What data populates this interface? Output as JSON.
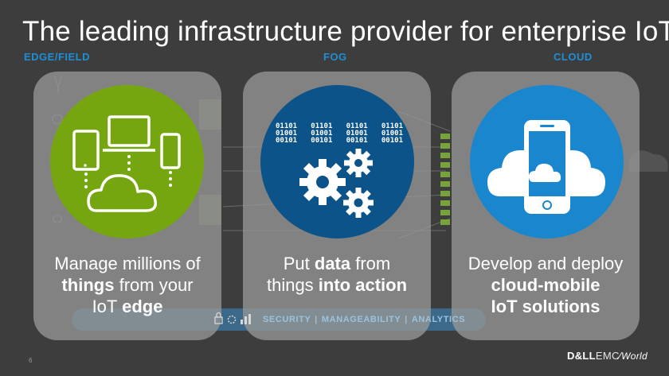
{
  "title": "The leading infrastructure provider for enterprise IoT",
  "tiers": {
    "edge": "EDGE/FIELD",
    "fog": "FOG",
    "cloud": "CLOUD"
  },
  "panels": {
    "edge": {
      "pre": "Manage millions of",
      "bold1": "things",
      "mid": " from your",
      "tail": "IoT ",
      "bold2": "edge"
    },
    "fog": {
      "pre": "Put ",
      "bold1": "data",
      "mid": " from",
      "tail": "things ",
      "bold2": "into action"
    },
    "cloud": {
      "line1": "Develop and deploy",
      "bold1": "cloud-mobile",
      "bold2": "IoT solutions"
    }
  },
  "binary": [
    "01101",
    "01101",
    "01101",
    "01101",
    "01001",
    "01001",
    "01001",
    "01001",
    "00101",
    "00101",
    "00101",
    "00101"
  ],
  "bottom_bar": {
    "security": "SECURITY",
    "manageability": "MANAGEABILITY",
    "analytics": "ANALYTICS"
  },
  "footer": {
    "slide_number": "6",
    "logo_dell": "D&LL",
    "logo_emc": "EMC",
    "logo_world": "World"
  },
  "colors": {
    "edge": "#76a60f",
    "fog": "#0b5389",
    "cloud": "#1a86cd",
    "accent": "#1c8fd6"
  }
}
